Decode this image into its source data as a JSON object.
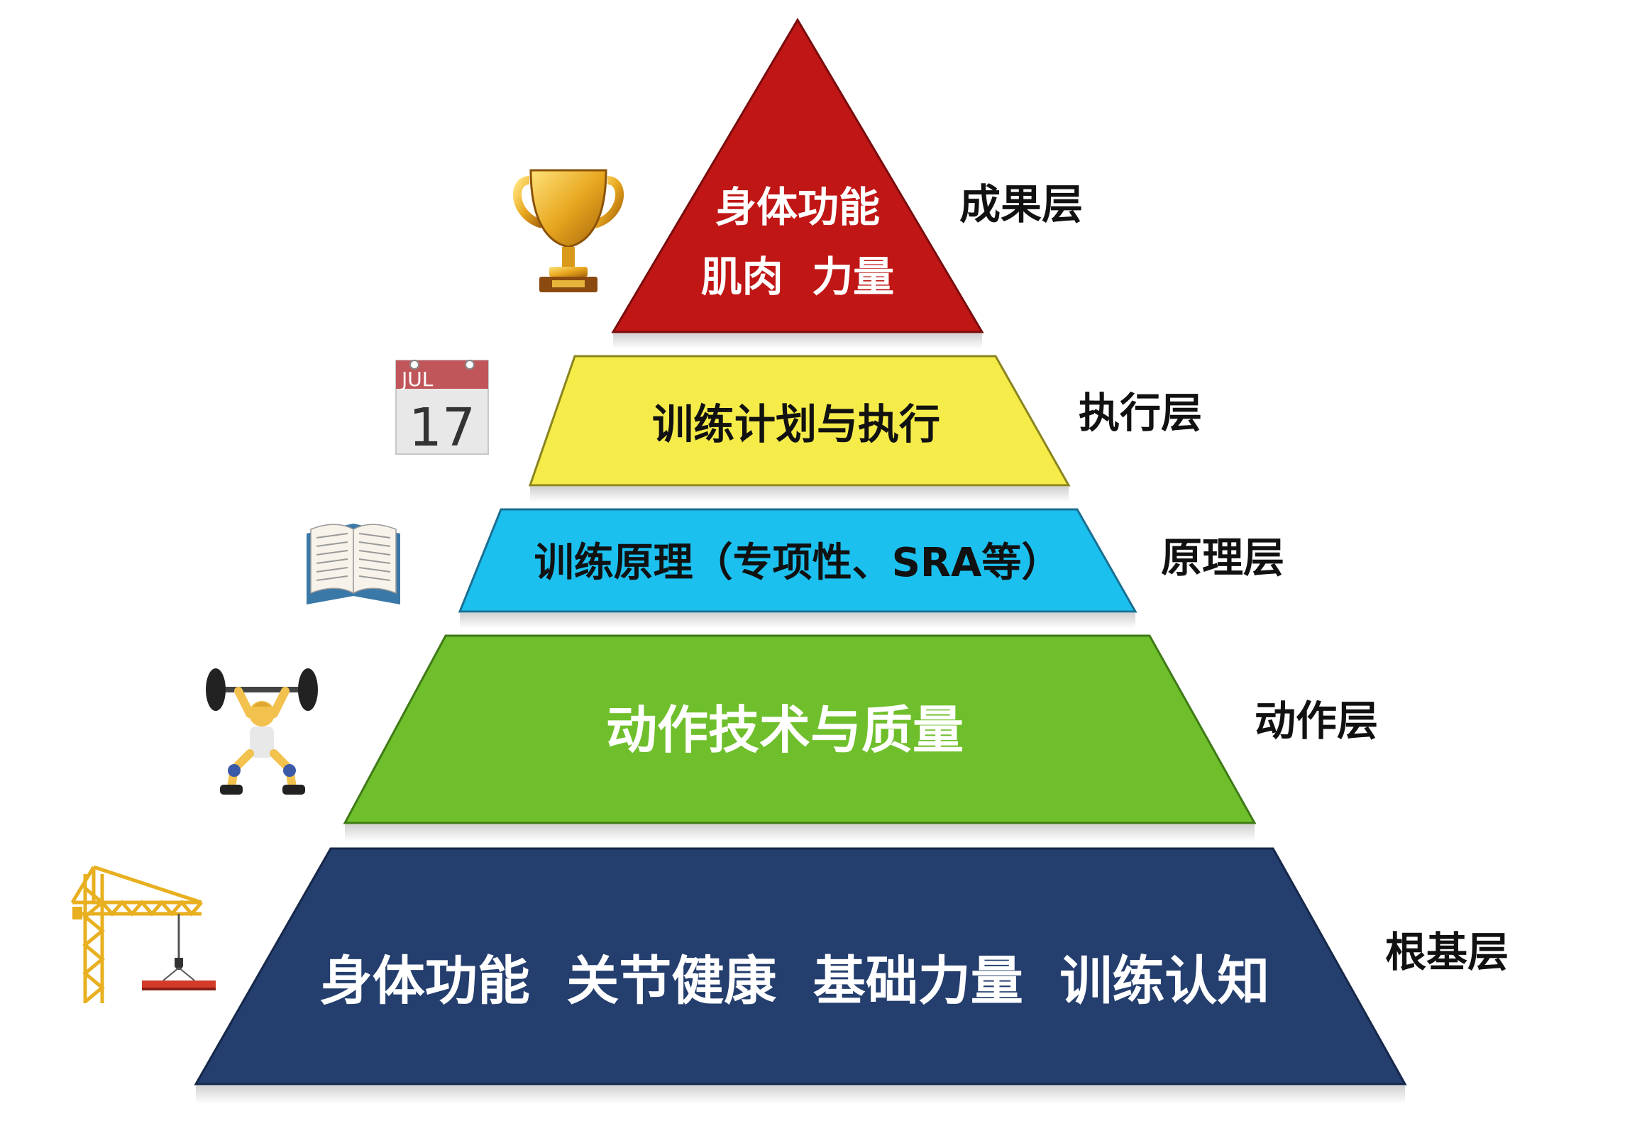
{
  "pyramid": {
    "layers": [
      {
        "id": "outcome",
        "lines": [
          "身体功能",
          "肌肉  力量"
        ],
        "side_label": "成果层",
        "fill": "#c01616",
        "text_color": "#ffffff",
        "icon": "trophy-icon"
      },
      {
        "id": "execution",
        "lines": [
          "训练计划与执行"
        ],
        "side_label": "执行层",
        "fill": "#f5ec4a",
        "text_color": "#111111",
        "icon": "calendar-icon",
        "icon_text": {
          "month": "JUL",
          "day": "17"
        }
      },
      {
        "id": "principle",
        "lines": [
          "训练原理（专项性、SRA等）"
        ],
        "side_label": "原理层",
        "fill": "#1cc0ef",
        "text_color": "#111111",
        "icon": "open-book-icon"
      },
      {
        "id": "movement",
        "lines": [
          "动作技术与质量"
        ],
        "side_label": "动作层",
        "fill": "#6fbf2c",
        "text_color": "#ffffff",
        "icon": "weightlifter-icon"
      },
      {
        "id": "foundation",
        "lines": [
          "身体功能  关节健康  基础力量  训练认知"
        ],
        "side_label": "根基层",
        "fill": "#243e6e",
        "text_color": "#ffffff",
        "icon": "construction-crane-icon"
      }
    ]
  }
}
